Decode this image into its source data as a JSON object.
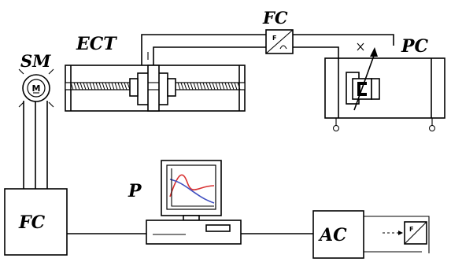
{
  "labels": {
    "sm": "SM",
    "ect": "ECT",
    "fc_top": "FC",
    "pc": "PC",
    "p": "P",
    "fc_bottom": "FC",
    "ac": "AC",
    "motor_letter": "M",
    "fc_symbol_letter": "F"
  },
  "chart_colors": {
    "red_curve": "#d83030",
    "blue_curve": "#4050c0",
    "screen_bg": "#ffffff"
  }
}
